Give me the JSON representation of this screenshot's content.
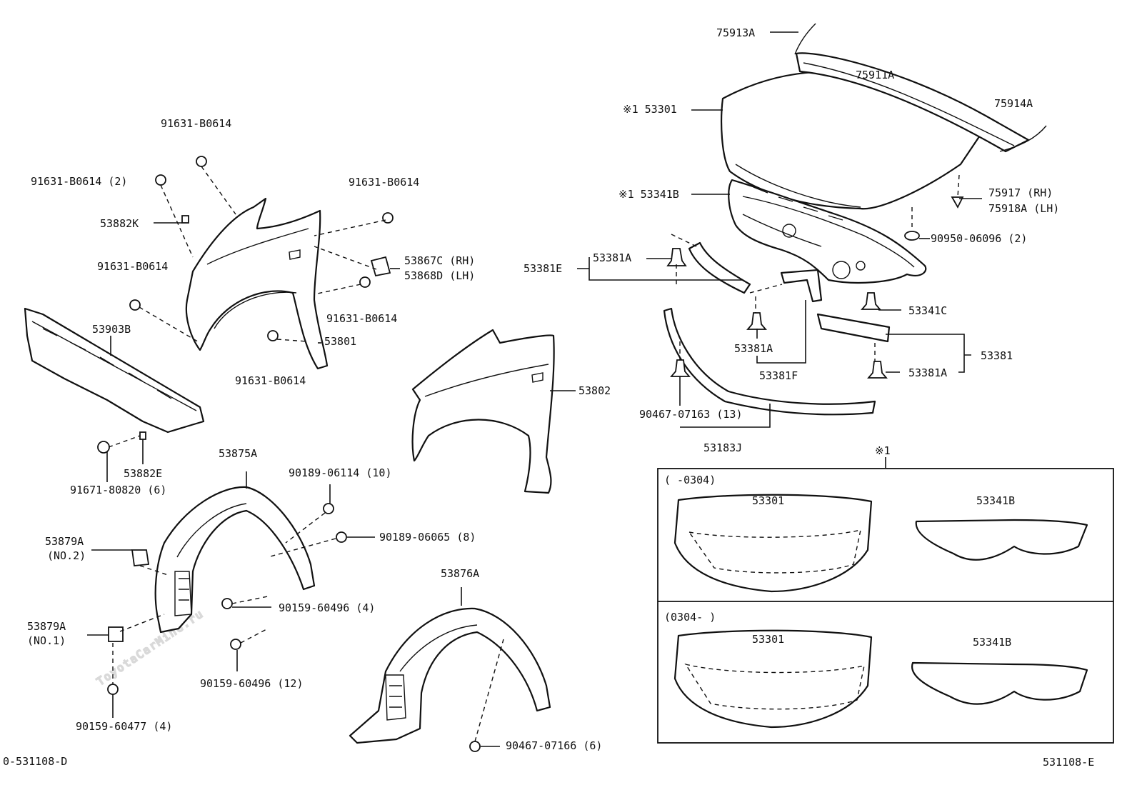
{
  "watermark": "ToyotaCarMine.ru",
  "footer": {
    "left_code": "0-531108-D",
    "right_code": "531108-E"
  },
  "inset": {
    "marker": "※1",
    "top_period": "(     -0304)",
    "bottom_period": "(0304-     )",
    "top_labels": [
      "53301",
      "53341B"
    ],
    "bottom_labels": [
      "53301",
      "53341B"
    ]
  },
  "callouts": [
    {
      "id": "l01",
      "text": "75913A"
    },
    {
      "id": "l02",
      "text": "75911A"
    },
    {
      "id": "l03",
      "text": "※1 53301"
    },
    {
      "id": "l04",
      "text": "75914A"
    },
    {
      "id": "l05",
      "text": "※1 53341B"
    },
    {
      "id": "l06",
      "text": "75917  (RH)"
    },
    {
      "id": "l07",
      "text": "75918A (LH)"
    },
    {
      "id": "l08",
      "text": "90950-06096 (2)"
    },
    {
      "id": "l09",
      "text": "53381A"
    },
    {
      "id": "l10",
      "text": "53381E"
    },
    {
      "id": "l11",
      "text": "53341C"
    },
    {
      "id": "l12",
      "text": "53381A"
    },
    {
      "id": "l13",
      "text": "53381"
    },
    {
      "id": "l14",
      "text": "53381F"
    },
    {
      "id": "l15",
      "text": "53381A"
    },
    {
      "id": "l16",
      "text": "90467-07163 (13)"
    },
    {
      "id": "l17",
      "text": "53183J"
    },
    {
      "id": "l18",
      "text": "91631-B0614"
    },
    {
      "id": "l19",
      "text": "91631-B0614 (2)"
    },
    {
      "id": "l20",
      "text": "91631-B0614"
    },
    {
      "id": "l21",
      "text": "53882K"
    },
    {
      "id": "l22",
      "text": "53867C (RH)"
    },
    {
      "id": "l23",
      "text": "53868D (LH)"
    },
    {
      "id": "l24",
      "text": "91631-B0614"
    },
    {
      "id": "l25",
      "text": "91631-B0614"
    },
    {
      "id": "l26",
      "text": "53903B"
    },
    {
      "id": "l27",
      "text": "53801"
    },
    {
      "id": "l28",
      "text": "91631-B0614"
    },
    {
      "id": "l29",
      "text": "53802"
    },
    {
      "id": "l30",
      "text": "53882E"
    },
    {
      "id": "l31",
      "text": "91671-80820 (6)"
    },
    {
      "id": "l32",
      "text": "53875A"
    },
    {
      "id": "l33",
      "text": "90189-06114 (10)"
    },
    {
      "id": "l34",
      "text": "90189-06065 (8)"
    },
    {
      "id": "l35",
      "text": "53879A"
    },
    {
      "id": "l36",
      "text": "(NO.2)"
    },
    {
      "id": "l37",
      "text": "90159-60496 (4)"
    },
    {
      "id": "l38",
      "text": "53879A"
    },
    {
      "id": "l39",
      "text": "(NO.1)"
    },
    {
      "id": "l40",
      "text": "90159-60496 (12)"
    },
    {
      "id": "l41",
      "text": "53876A"
    },
    {
      "id": "l42",
      "text": "90159-60477 (4)"
    },
    {
      "id": "l43",
      "text": "90467-07166 (6)"
    }
  ]
}
